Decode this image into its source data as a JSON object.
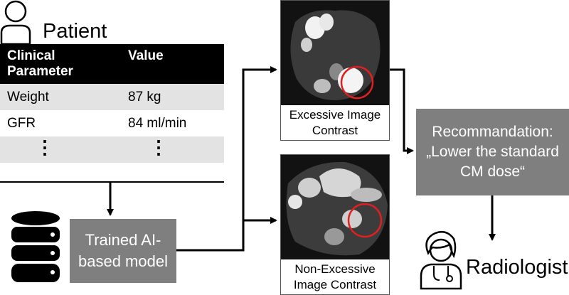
{
  "patient": {
    "title": "Patient",
    "table": {
      "headers": [
        "Clinical Parameter",
        "Value"
      ],
      "rows": [
        {
          "param": "Weight",
          "value": "87 kg"
        },
        {
          "param": "GFR",
          "value": "84 ml/min"
        }
      ]
    }
  },
  "model": {
    "label": "Trained AI-based model"
  },
  "ct_excessive": {
    "label": "Excessive Image Contrast"
  },
  "ct_non_excessive": {
    "label": "Non-Excessive Image Contrast"
  },
  "recommendation": {
    "label": "Recommandation: „Lower the standard CM dose“"
  },
  "radiologist": {
    "title": "Radiologist"
  },
  "colors": {
    "box_gray": "#7f7f7f",
    "highlight_circle": "#e02020",
    "row_shade": "#e3e3e3"
  },
  "icons": [
    "person-icon",
    "database-icon",
    "radiologist-icon"
  ]
}
